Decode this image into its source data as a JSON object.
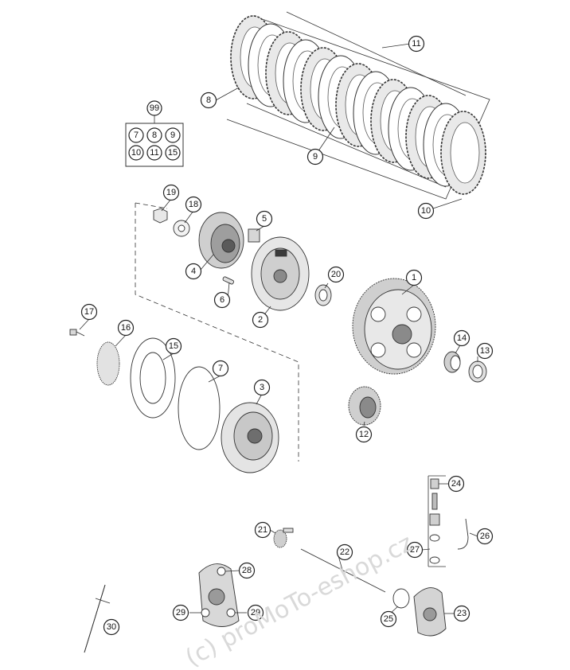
{
  "watermark": "(c) proMoTo-eshop.cz",
  "kit_box": {
    "label": "99",
    "items": [
      "7",
      "8",
      "9",
      "10",
      "11",
      "15"
    ]
  },
  "callouts": [
    {
      "id": "c1",
      "label": "1"
    },
    {
      "id": "c2",
      "label": "2"
    },
    {
      "id": "c3",
      "label": "3"
    },
    {
      "id": "c4",
      "label": "4"
    },
    {
      "id": "c5",
      "label": "5"
    },
    {
      "id": "c6",
      "label": "6"
    },
    {
      "id": "c7a",
      "label": "7"
    },
    {
      "id": "c8",
      "label": "8"
    },
    {
      "id": "c9",
      "label": "9"
    },
    {
      "id": "c10",
      "label": "10"
    },
    {
      "id": "c11",
      "label": "11"
    },
    {
      "id": "c12",
      "label": "12"
    },
    {
      "id": "c13",
      "label": "13"
    },
    {
      "id": "c14",
      "label": "14"
    },
    {
      "id": "c15",
      "label": "15"
    },
    {
      "id": "c16",
      "label": "16"
    },
    {
      "id": "c17",
      "label": "17"
    },
    {
      "id": "c18",
      "label": "18"
    },
    {
      "id": "c19",
      "label": "19"
    },
    {
      "id": "c20",
      "label": "20"
    },
    {
      "id": "c21",
      "label": "21"
    },
    {
      "id": "c22",
      "label": "22"
    },
    {
      "id": "c23",
      "label": "23"
    },
    {
      "id": "c24",
      "label": "24"
    },
    {
      "id": "c25",
      "label": "25"
    },
    {
      "id": "c26",
      "label": "26"
    },
    {
      "id": "c27",
      "label": "27"
    },
    {
      "id": "c28",
      "label": "28"
    },
    {
      "id": "c29a",
      "label": "29"
    },
    {
      "id": "c29b",
      "label": "29"
    },
    {
      "id": "c30",
      "label": "30"
    }
  ]
}
